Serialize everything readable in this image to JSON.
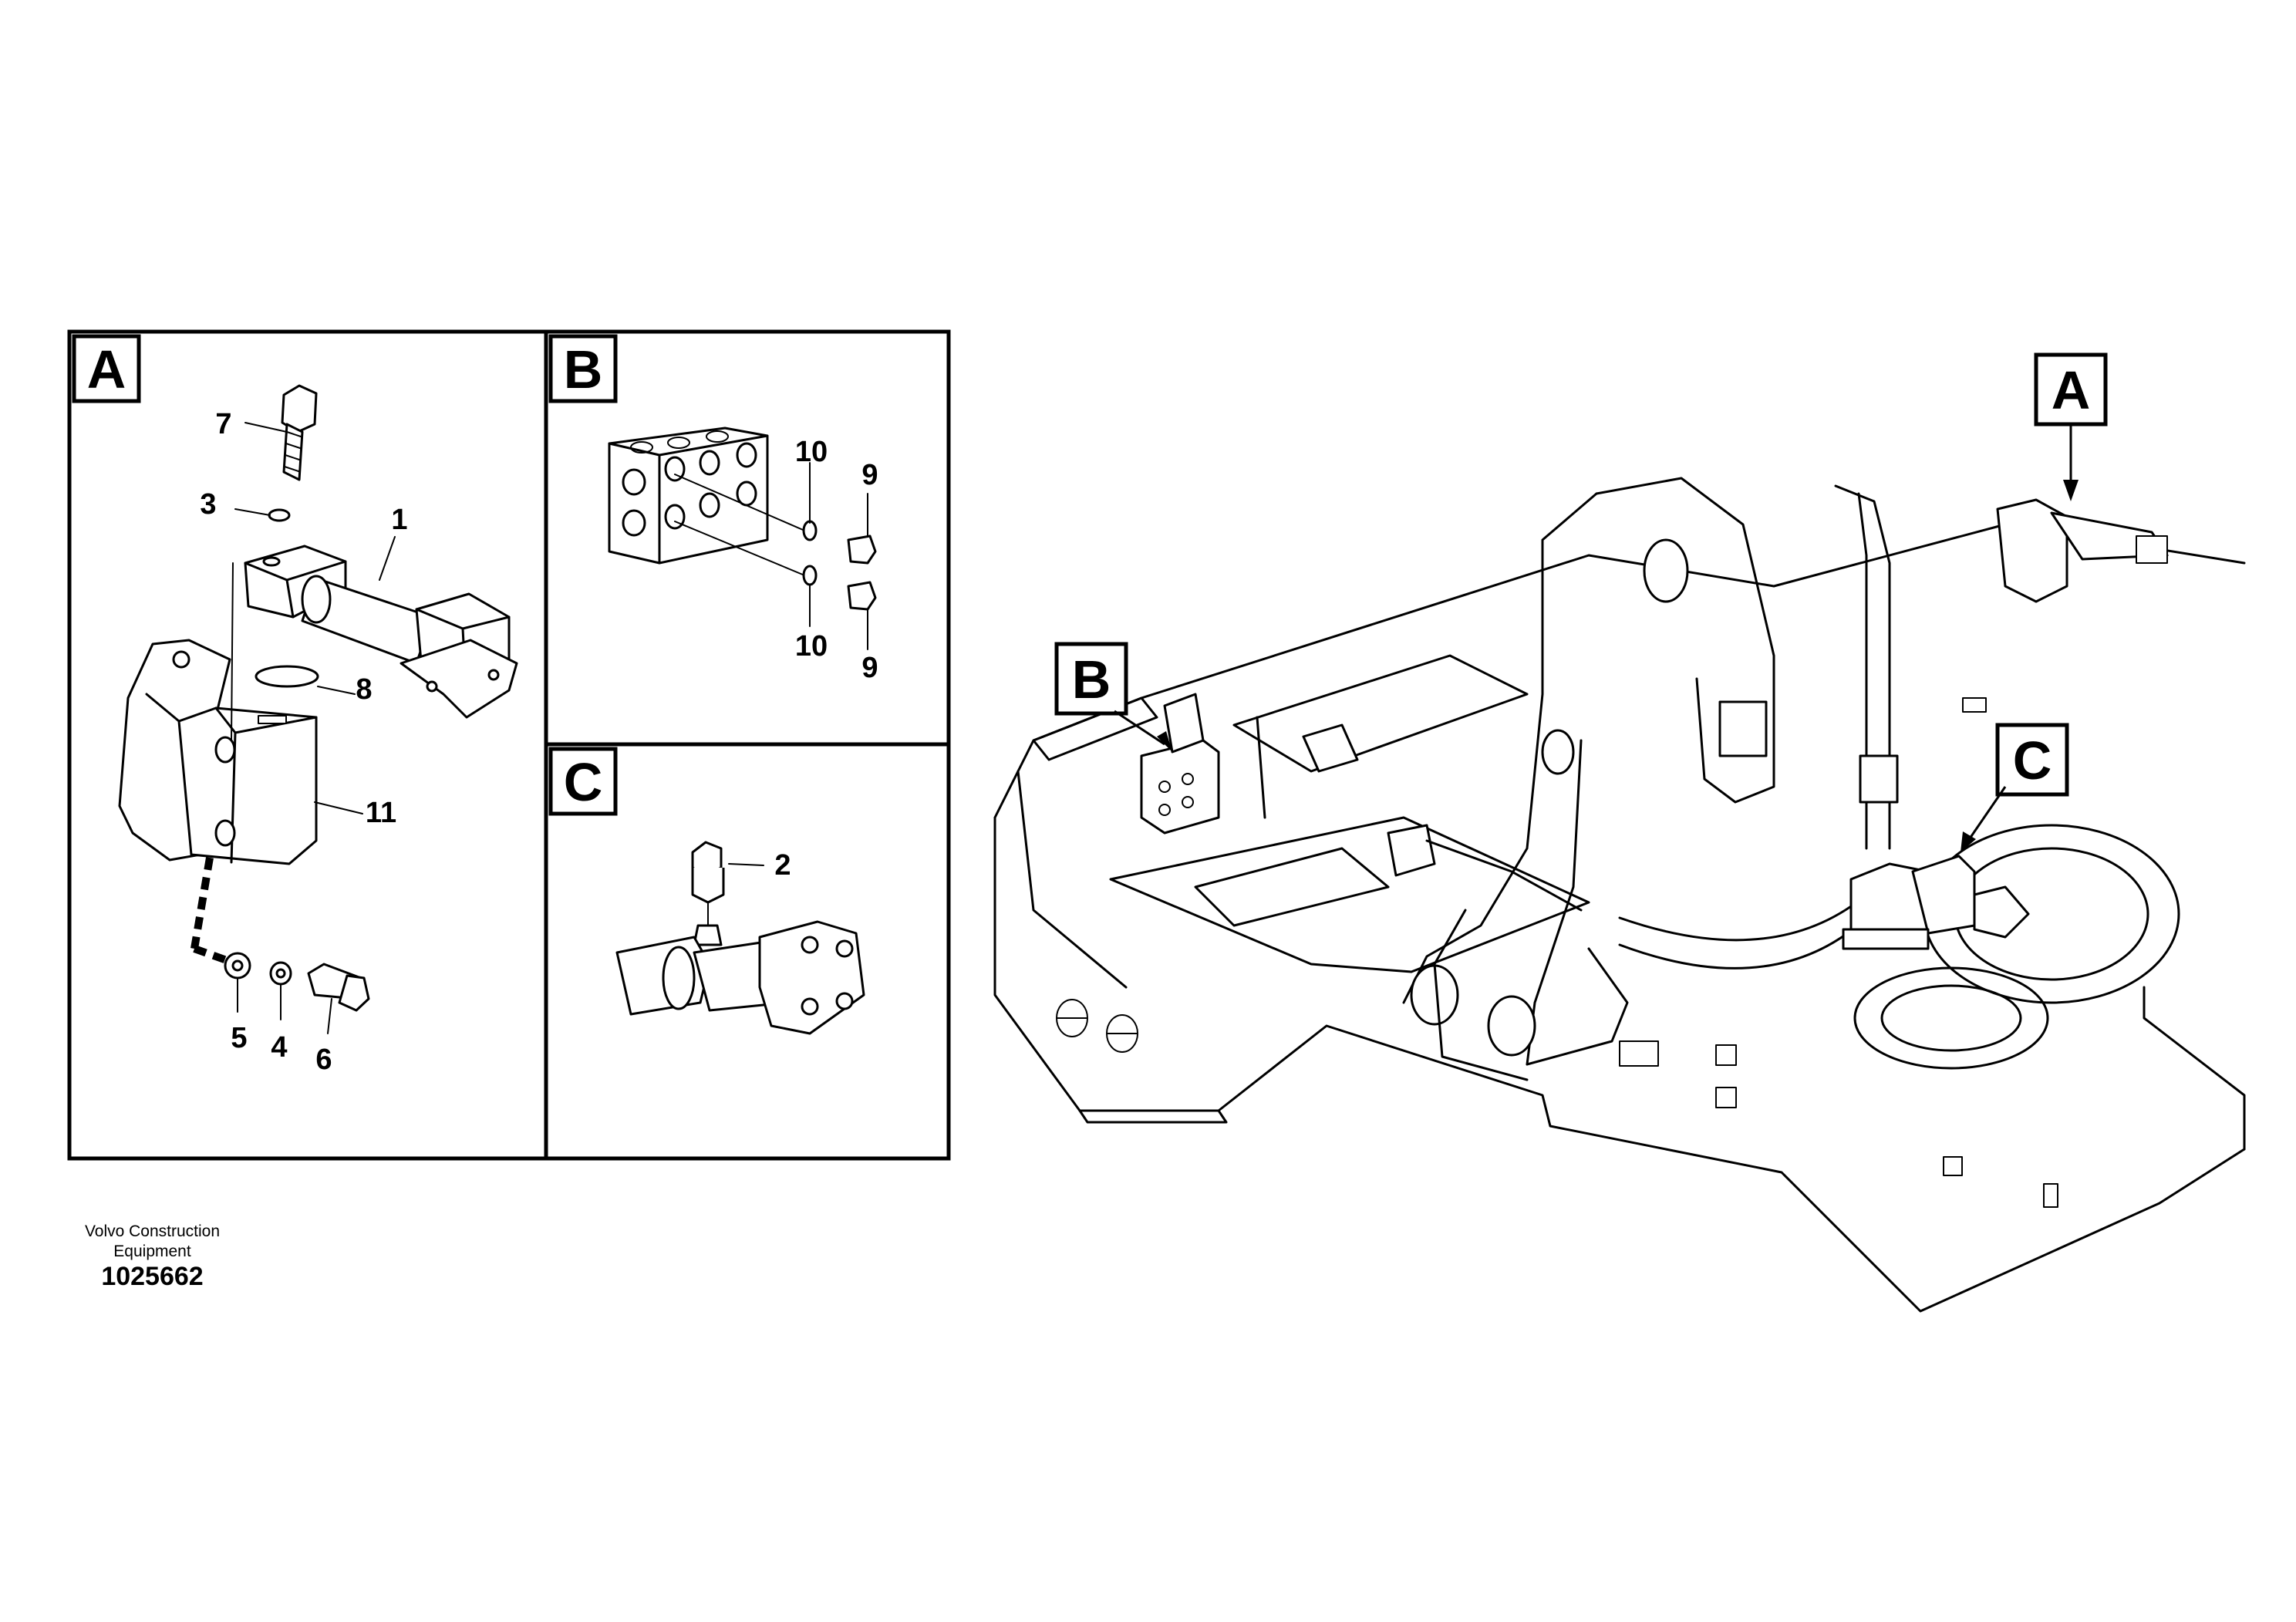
{
  "detail_views": {
    "A": {
      "label": "A",
      "callouts": [
        "7",
        "3",
        "1",
        "8",
        "11",
        "5",
        "4",
        "6"
      ]
    },
    "B": {
      "label": "B",
      "callouts": [
        "10",
        "9",
        "10",
        "9"
      ]
    },
    "C": {
      "label": "C",
      "callouts": [
        "2"
      ]
    }
  },
  "overview": {
    "labels": [
      "A",
      "B",
      "C"
    ]
  },
  "footer": {
    "company_line1": "Volvo Construction",
    "company_line2": "Equipment",
    "drawing_number": "1025662"
  }
}
